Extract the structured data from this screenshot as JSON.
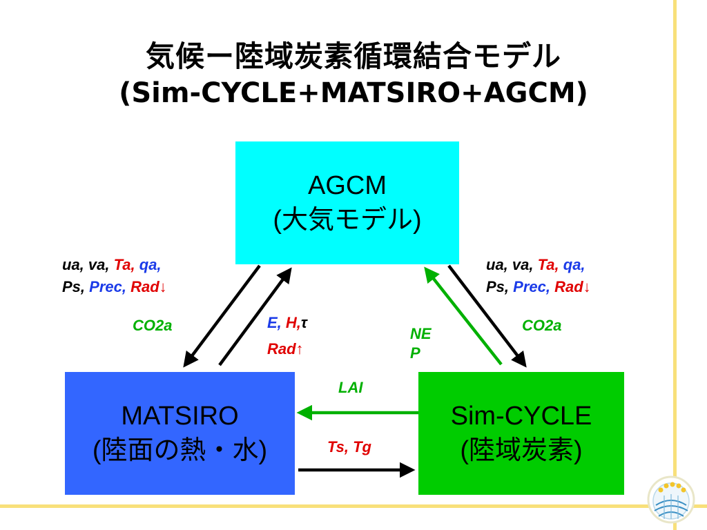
{
  "title": {
    "line1": "気候ー陸域炭素循環結合モデル",
    "line2": "(Sim-CYCLE+MATSIRO+AGCM)"
  },
  "boxes": {
    "agcm": {
      "line1": "AGCM",
      "line2": "(大気モデル)",
      "color": "#00ffff"
    },
    "matsiro": {
      "line1": "MATSIRO",
      "line2": "(陸面の熱・水)",
      "color": "#3366ff"
    },
    "simcycle": {
      "line1": "Sim-CYCLE",
      "line2": "(陸域炭素)",
      "color": "#00cc00"
    }
  },
  "labels": {
    "left_vars": {
      "ua": "ua,",
      "va": "va,",
      "ta": "Ta,",
      "qa": "qa,",
      "ps": "Ps,",
      "prec": "Prec,",
      "rad": "Rad↓",
      "co2": "CO2a"
    },
    "right_vars": {
      "ua": "ua,",
      "va": "va,",
      "ta": "Ta,",
      "qa": "qa,",
      "ps": "Ps,",
      "prec": "Prec,",
      "rad": "Rad↓",
      "co2": "CO2a"
    },
    "fluxes_up": {
      "e": "E,",
      "h": "H,",
      "tau": "τ",
      "rad": "Rad↑"
    },
    "nep_line1": "NE",
    "nep_line2": "P",
    "lai": "LAI",
    "ts_tg": "Ts, Tg"
  },
  "colors": {
    "red": "#e00000",
    "blue": "#1a3ae8",
    "green": "#00b000",
    "frame": "#f8e07a"
  }
}
